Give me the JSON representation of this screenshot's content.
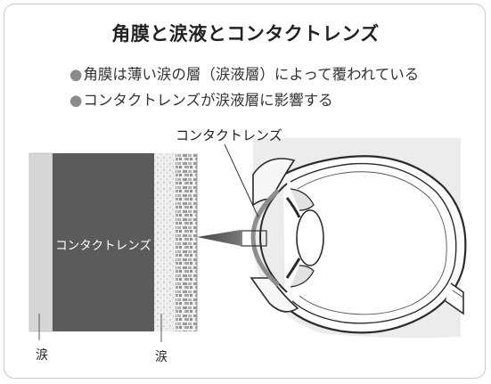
{
  "title": "角膜と涙液とコンタクトレンズ",
  "bullets": [
    "角膜は薄い涙の層（涙液層）によって覆われている",
    "コンタクトレンズが涙液層に影響する"
  ],
  "bullet_marker": "●",
  "labels": {
    "lens_callout": "コンタクトレンズ",
    "lens_cross_section": "コンタクトレンズ",
    "tear_left": "涙",
    "tear_right": "涙"
  },
  "colors": {
    "lens_band": "#5b5b5b",
    "tear_band": "#d6d6d6",
    "cornea_cells": "#a9a9a9",
    "eye_line": "#2b2b2b",
    "panel_border": "#c9c9c9"
  }
}
